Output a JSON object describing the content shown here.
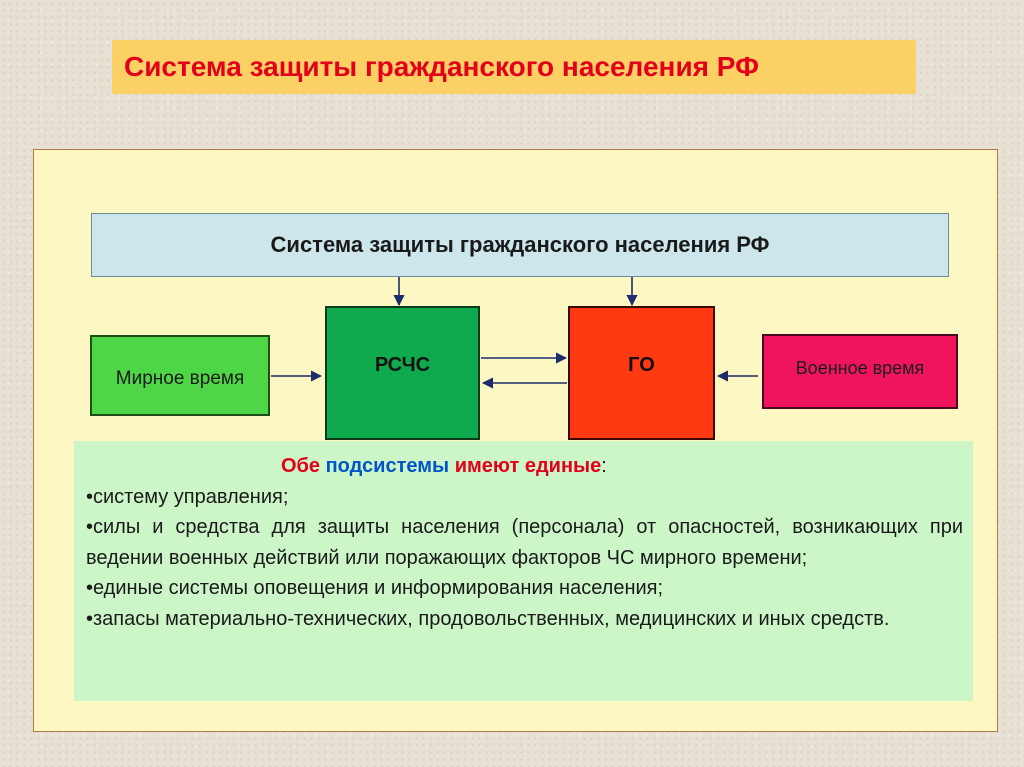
{
  "slide": {
    "title": "Система защиты гражданского населения РФ"
  },
  "diagram": {
    "top_box": "Система защиты гражданского населения РФ",
    "peace_box": "Мирное время",
    "rschs_box": "РСЧС",
    "go_box": "ГО",
    "war_box": "Военное время",
    "colors": {
      "title_bg": "#fbd166",
      "title_text": "#e3001b",
      "top_box": "#cce6eb",
      "peace": "#4fd647",
      "rschs": "#0faa4d",
      "go": "#ff3a12",
      "war": "#f0145f",
      "arrows": "#1c2c6c"
    }
  },
  "info": {
    "heading_part1": "Обе ",
    "heading_part2": "подсистемы",
    "heading_part3": " имеют единые",
    "heading_colon": ":",
    "items": [
      "•систему управления;",
      "•силы и средства для защиты населения  (персонала) от  опасностей, возникающих  при  ведении  военных  действий   или  поражающих факторов ЧС мирного времени;",
      "•единые системы оповещения и информирования населения;",
      "•запасы материально-технических, продовольственных, медицинских и иных средств."
    ]
  }
}
